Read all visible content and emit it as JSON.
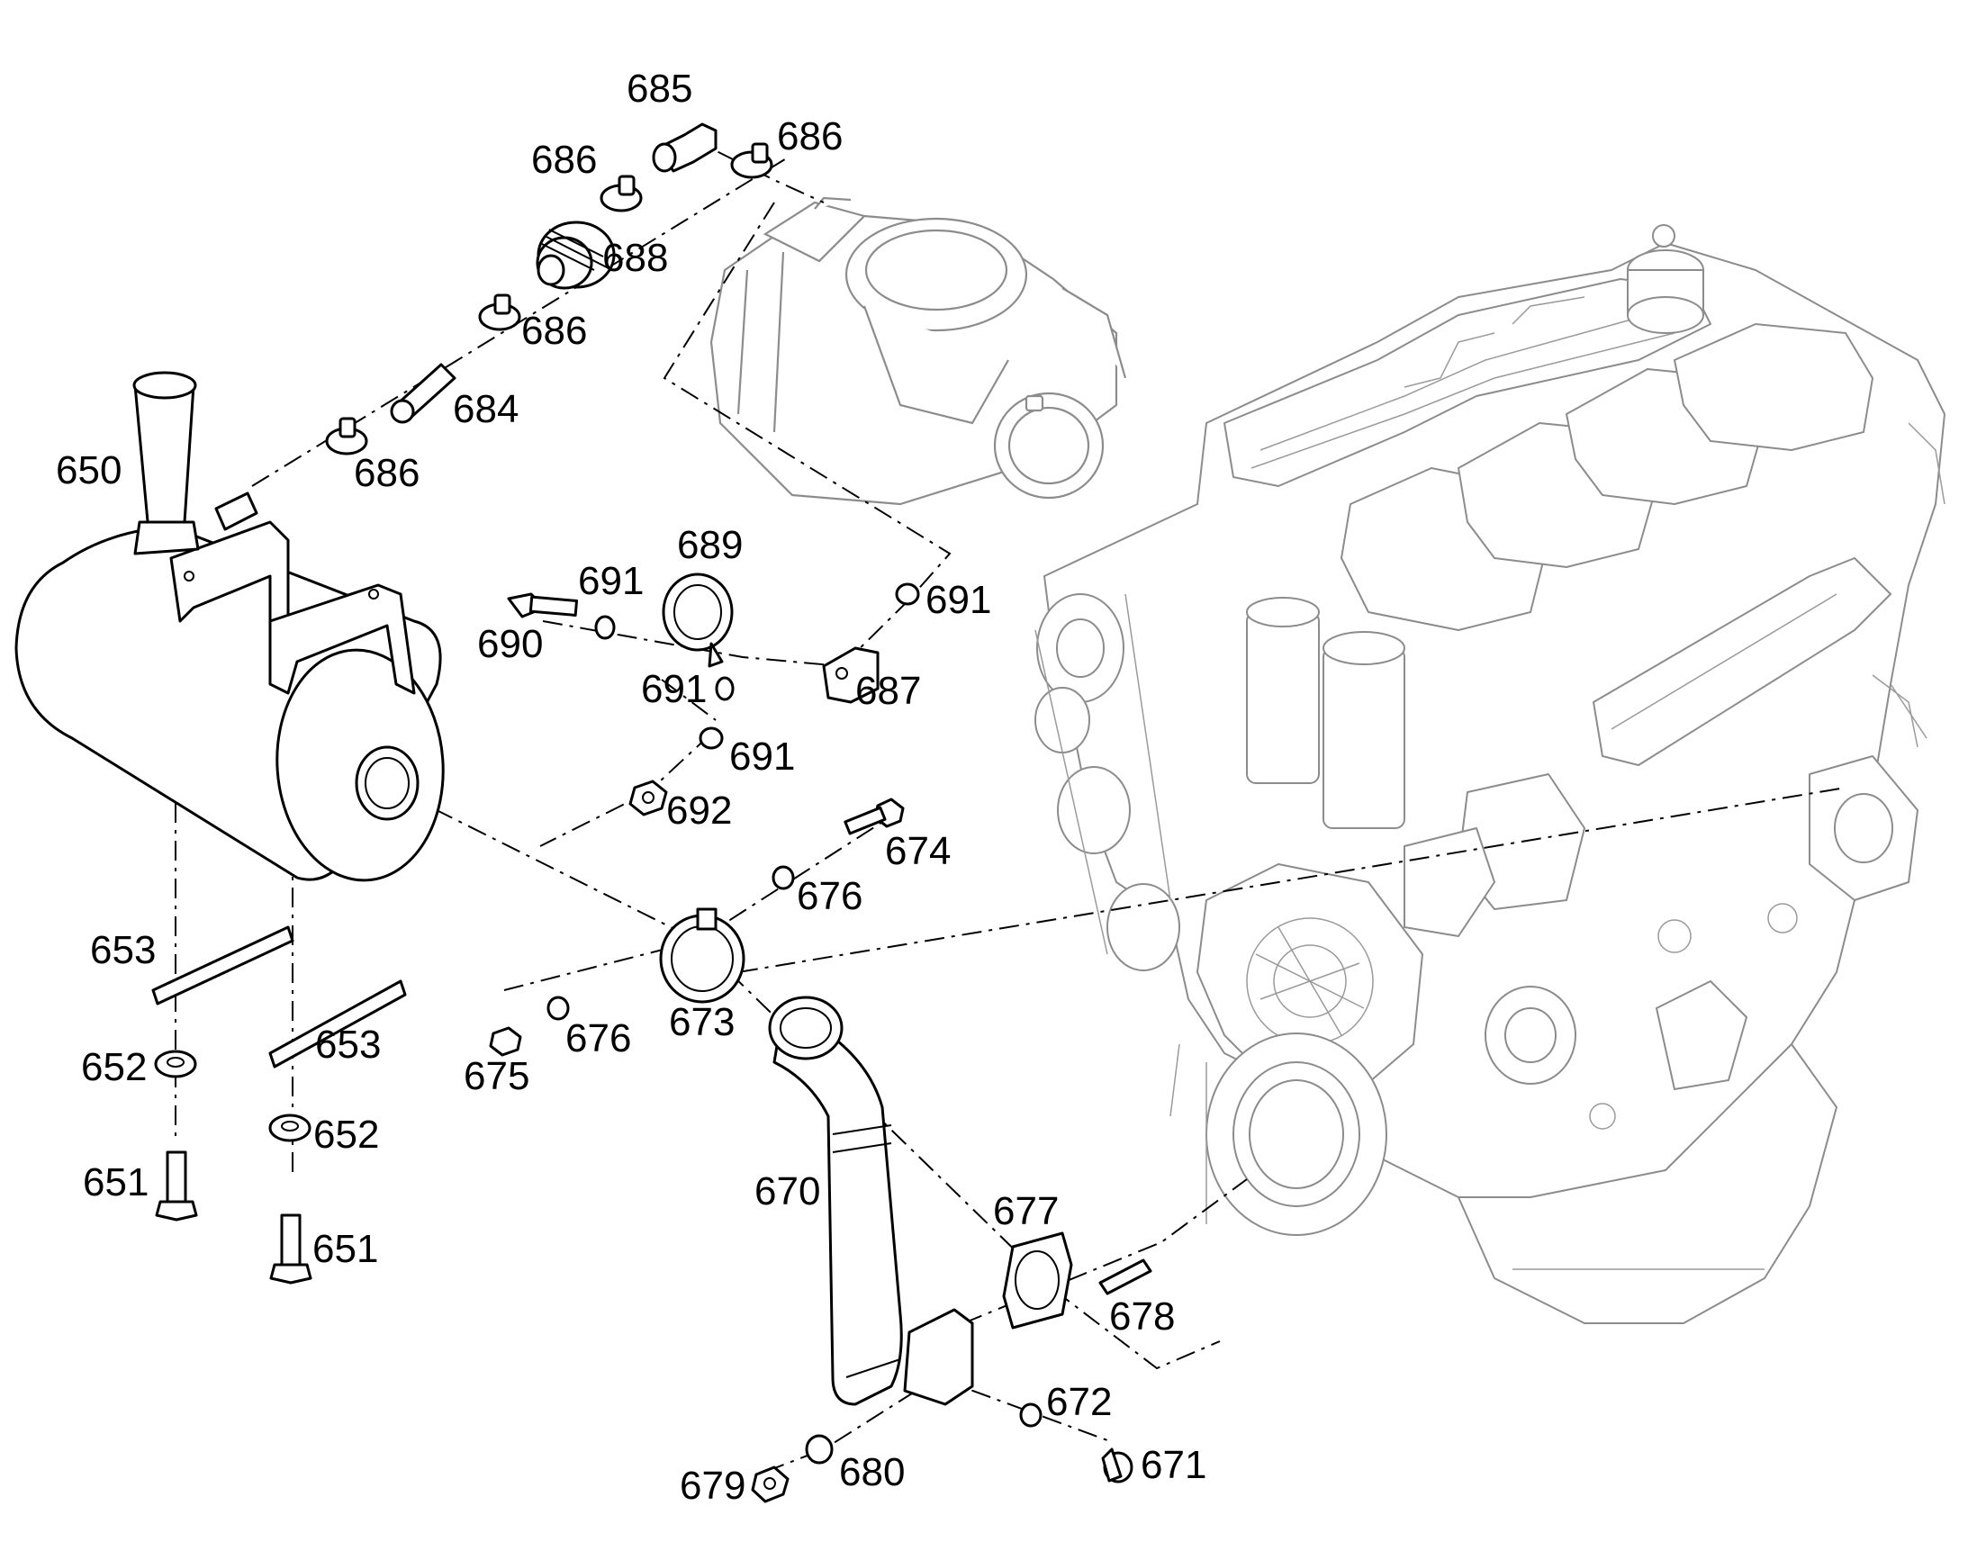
{
  "colors": {
    "background": "#ffffff",
    "line": "#000000",
    "context_line": "#8c8c8c"
  },
  "callouts": [
    {
      "id": "c685a",
      "label": "685"
    },
    {
      "id": "c686a",
      "label": "686"
    },
    {
      "id": "c686b",
      "label": "686"
    },
    {
      "id": "c688",
      "label": "688"
    },
    {
      "id": "c686c",
      "label": "686"
    },
    {
      "id": "c684",
      "label": "684"
    },
    {
      "id": "c686d",
      "label": "686"
    },
    {
      "id": "c650",
      "label": "650"
    },
    {
      "id": "c689",
      "label": "689"
    },
    {
      "id": "c691a",
      "label": "691"
    },
    {
      "id": "c691b",
      "label": "691"
    },
    {
      "id": "c690",
      "label": "690"
    },
    {
      "id": "c691c",
      "label": "691"
    },
    {
      "id": "c687",
      "label": "687"
    },
    {
      "id": "c691d",
      "label": "691"
    },
    {
      "id": "c692",
      "label": "692"
    },
    {
      "id": "c674",
      "label": "674"
    },
    {
      "id": "c676a",
      "label": "676"
    },
    {
      "id": "c653a",
      "label": "653"
    },
    {
      "id": "c653b",
      "label": "653"
    },
    {
      "id": "c673",
      "label": "673"
    },
    {
      "id": "c676b",
      "label": "676"
    },
    {
      "id": "c675",
      "label": "675"
    },
    {
      "id": "c652a",
      "label": "652"
    },
    {
      "id": "c652b",
      "label": "652"
    },
    {
      "id": "c651a",
      "label": "651"
    },
    {
      "id": "c651b",
      "label": "651"
    },
    {
      "id": "c670",
      "label": "670"
    },
    {
      "id": "c677",
      "label": "677"
    },
    {
      "id": "c678",
      "label": "678"
    },
    {
      "id": "c672",
      "label": "672"
    },
    {
      "id": "c671",
      "label": "671"
    },
    {
      "id": "c679",
      "label": "679"
    },
    {
      "id": "c680",
      "label": "680"
    }
  ]
}
